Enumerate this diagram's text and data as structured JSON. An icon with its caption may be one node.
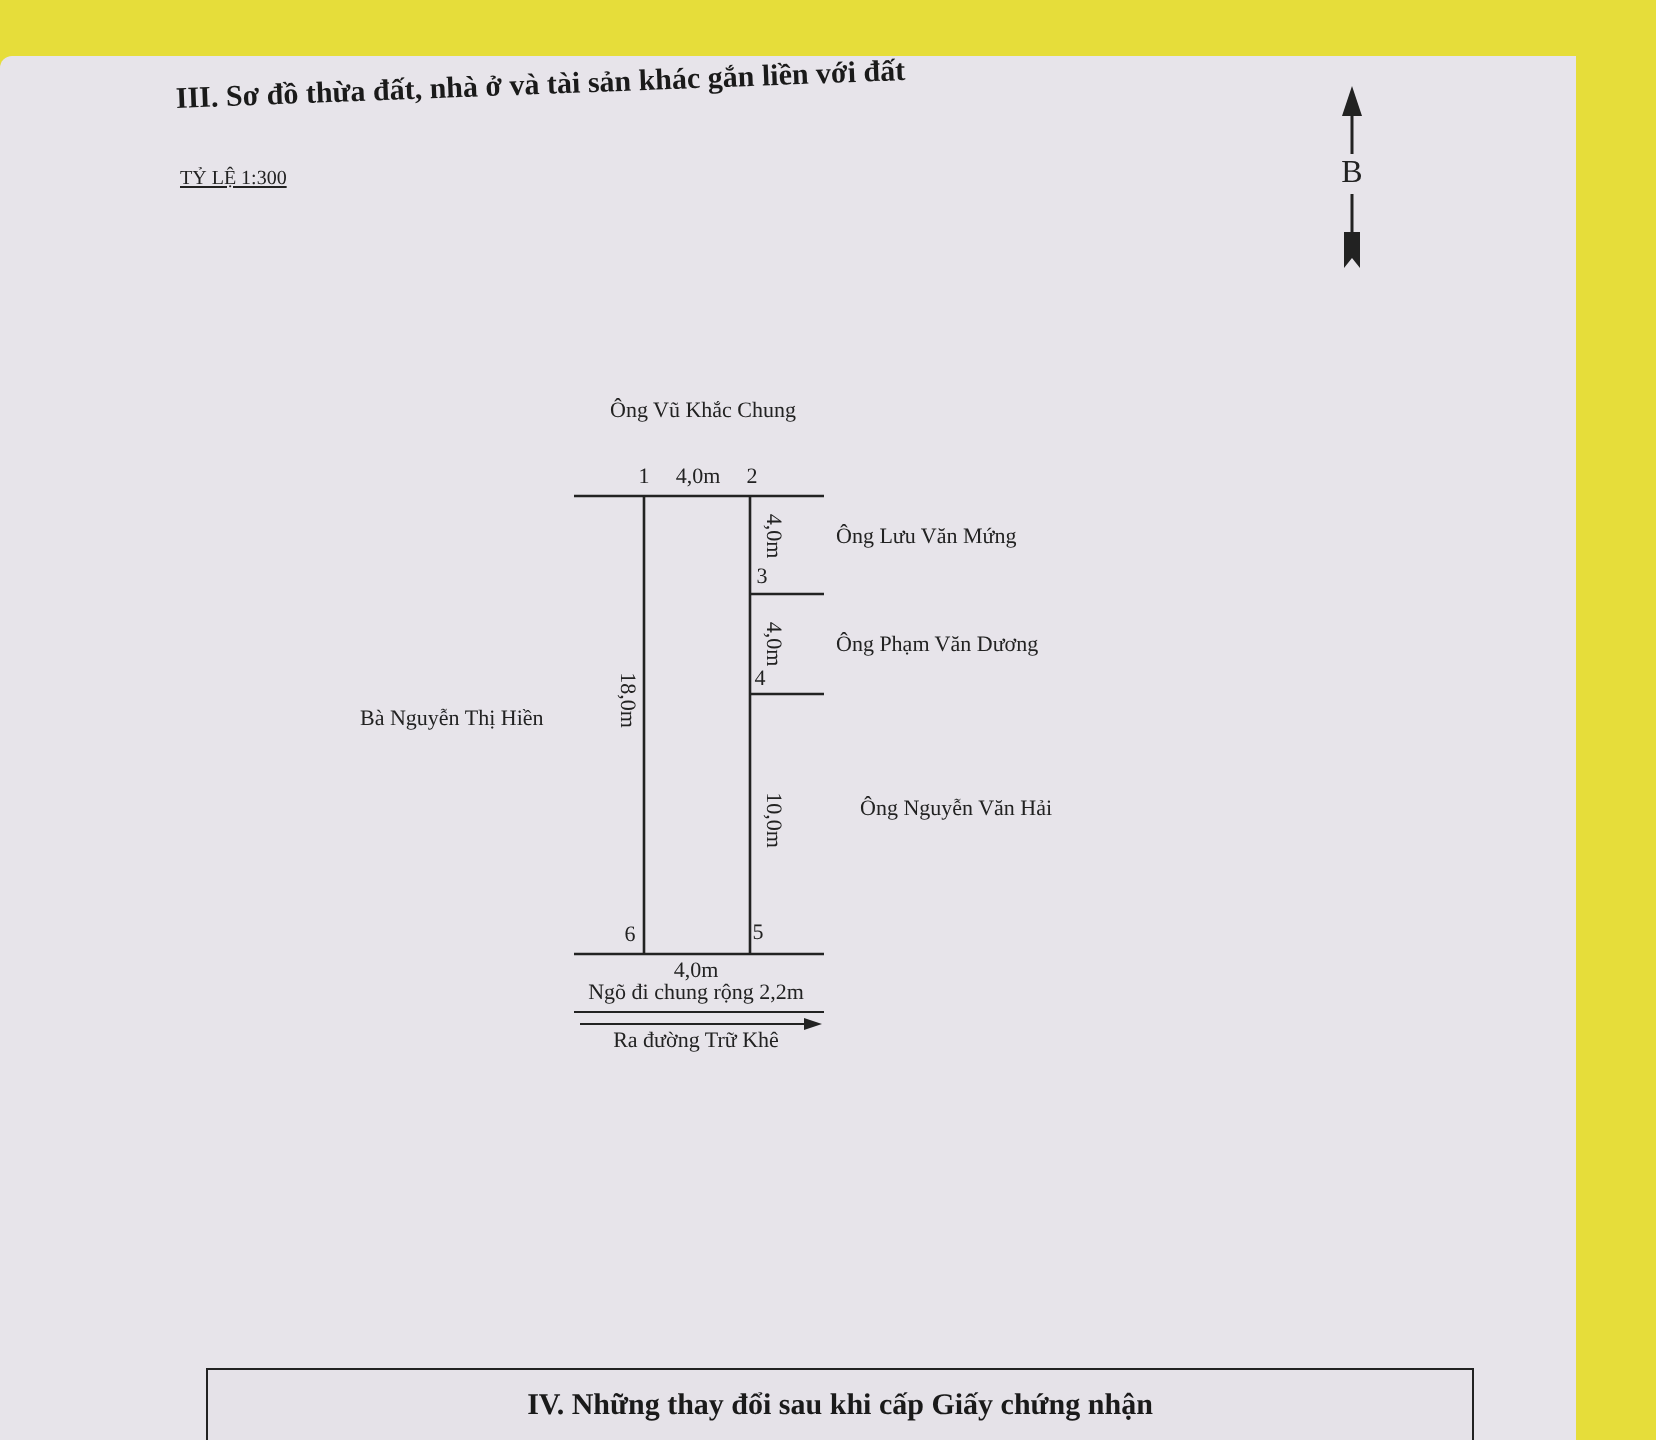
{
  "diagram": {
    "title": "III. Sơ đồ thừa đất, nhà ở và tài sản khác gắn liền với đất",
    "nodes": [
      {
        "text": [
          "IV. Những thay đổi sau khi cấp Giấy chứng nhận"
        ]
      }
    ],
    "labels": [
      "TỶ LỆ 1:300",
      "B",
      "Ông Vũ Khắc Chung",
      "1",
      "4,0m",
      "2",
      "Ông Lưu Văn Mứng",
      "4,0m",
      "3",
      "Ông Phạm Văn Dương",
      "4,0m",
      "4",
      "Bà Nguyễn Thị Hiền",
      "18,0m",
      "10,0m",
      "Ông Nguyễn Văn Hải",
      "6",
      "5",
      "4,0m",
      "Ngõ đi chung rộng 2,2m",
      "Ra đường Trữ Khê"
    ]
  }
}
